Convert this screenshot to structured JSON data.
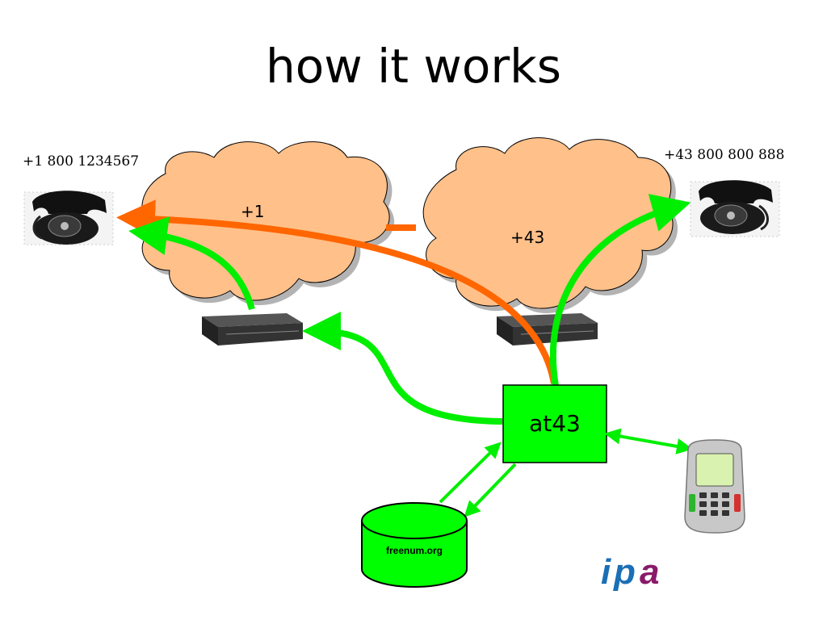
{
  "title": "how it works",
  "phones": {
    "left_number": "+1 800 1234567",
    "right_number": "+43 800 800 888"
  },
  "clouds": {
    "left_label": "+1",
    "right_label": "+43"
  },
  "server": {
    "label": "at43",
    "color": "#00ff00"
  },
  "database": {
    "label": "freenum.org",
    "color": "#00ff00"
  },
  "logo": {
    "text_i": "i",
    "text_p": "p",
    "text_a": "a",
    "blue": "#1a6fb5",
    "purple": "#8a1a6a"
  },
  "colors": {
    "cloud_fill": "#ffc08a",
    "orange_arrow": "#ff6600",
    "green_arrow": "#00ee00"
  },
  "icons": [
    "telephone-left-icon",
    "telephone-right-icon",
    "gateway-left-icon",
    "gateway-right-icon",
    "softphone-icon"
  ]
}
